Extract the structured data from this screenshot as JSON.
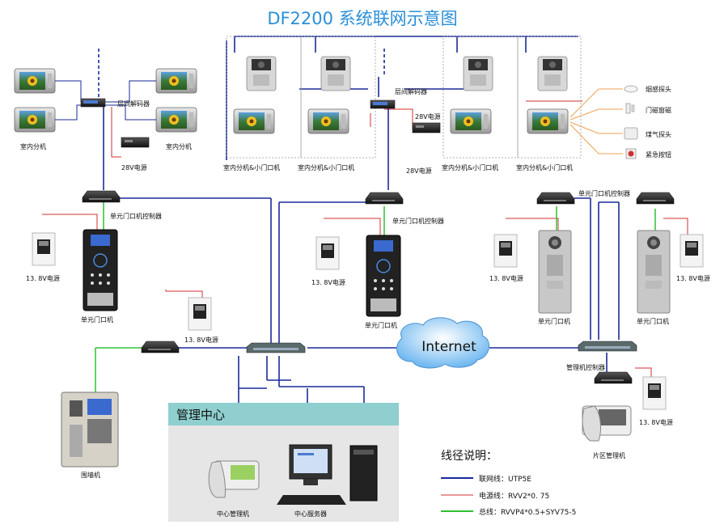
{
  "title": "DF2200    系统联网示意图",
  "labels": {
    "indoor_left_1": "室内分机",
    "indoor_left_2": "室内分机",
    "floor_decoder_left": "层间解码器",
    "floor_decoder_center": "层间解码器",
    "power28_left": "28V电源",
    "power28_center_a": "28V电源",
    "power28_center_b": "28V电源",
    "apt1": "室内分机&小门口机",
    "apt2": "室内分机&小门口机",
    "apt3": "室内分机&小门口机",
    "apt4": "室内分机&小门口机",
    "sensor_smoke": "烟感探头",
    "sensor_door": "门磁窗磁",
    "sensor_gas": "煤气探头",
    "sensor_panic": "紧急按钮",
    "ctrl_left": "单元门口机控制器",
    "ctrl_center": "单元门口机控制器",
    "ctrl_right": "单元门口机控制器",
    "p138_a": "13. 8V电源",
    "p138_b": "13. 8V电源",
    "p138_c": "13. 8V电源",
    "p138_d": "13. 8V电源",
    "p138_e": "13. 8V电源",
    "p138_f": "13. 8V电源",
    "unit_a": "单元门口机",
    "unit_b": "单元门口机",
    "unit_c": "单元门口机",
    "unit_d": "单元门口机",
    "internet": "Internet",
    "mgr_ctrl": "管理机控制器",
    "area_mgr": "片区管理机",
    "wall_unit": "围墙机",
    "center_title": "管理中心",
    "center_mgr": "中心管理机",
    "center_server": "中心服务器"
  },
  "legend": {
    "title": "线径说明：",
    "items": [
      {
        "label": "联网线：UTP5E",
        "color": "#1a2a9a"
      },
      {
        "label": "电源线：RVV2*0. 75",
        "color": "#d03030"
      },
      {
        "label": "总线：RVVP4*0.5+SYV75-5",
        "color": "#30c030"
      }
    ]
  },
  "colors": {
    "title": "#2a8fd8",
    "net": "#1a2a9a",
    "power": "#d03030",
    "bus": "#30c030",
    "sensor_line": "#f0a050",
    "center_bar": "#8fcfcf",
    "center_bg": "#e6e6e6"
  }
}
